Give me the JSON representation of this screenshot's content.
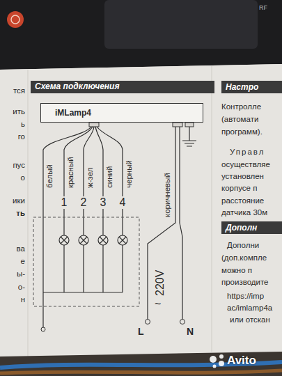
{
  "diagram": {
    "title": "Схема подключения",
    "nodes": [
      {
        "text": [
          "iMLamp4"
        ]
      },
      {
        "text": [
          "Настро"
        ]
      },
      {
        "text": [
          "Дополн"
        ]
      }
    ],
    "labels": [
      "RF",
      "тся",
      "ить",
      "ь",
      "го",
      "пус",
      "о",
      "ики",
      "ть",
      "ва",
      "е",
      "ы-",
      "о-",
      "н",
      "белый",
      "красный",
      "ж-зел",
      "синий",
      "черный",
      "1",
      "2",
      "3",
      "4",
      "коричневый",
      "220V",
      "~",
      "L",
      "N",
      "Контролле",
      "(автомати",
      "программ).",
      "Управл",
      "осуществляе",
      "установлен",
      "корпусе п",
      "расстояние",
      "датчика 30м",
      "Дополни",
      "(доп.компле",
      "можно п",
      "производите",
      "https://imp",
      "ac/imlamp4a",
      "или отскан",
      "Avito"
    ]
  }
}
